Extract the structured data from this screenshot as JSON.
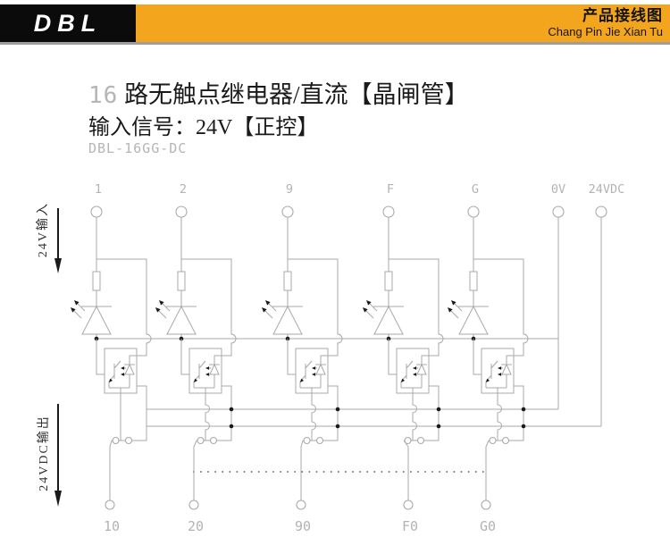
{
  "header": {
    "logo": "DBL",
    "product_title": "产品接线图",
    "product_title_pinyin": "Chang Pin Jie Xian Tu"
  },
  "title": {
    "channels": "16",
    "line1_rest": "路无触点继电器/直流【晶闸管】",
    "line2": "输入信号：24V【正控】",
    "model": "DBL-16GG-DC"
  },
  "diagram": {
    "input_flow_label": "24V输入",
    "output_flow_label": "24VDC输出",
    "input_terminals": [
      "1",
      "2",
      "9",
      "F",
      "G"
    ],
    "power_terminals": [
      "0V",
      "24VDC"
    ],
    "output_terminals": [
      "10",
      "20",
      "90",
      "F0",
      "G0"
    ],
    "colors": {
      "accent_orange": "#F3A51D",
      "wire_gray": "#a9a9a9",
      "label_gray": "#b3b3b3",
      "ink_black": "#1a1a1a"
    }
  }
}
